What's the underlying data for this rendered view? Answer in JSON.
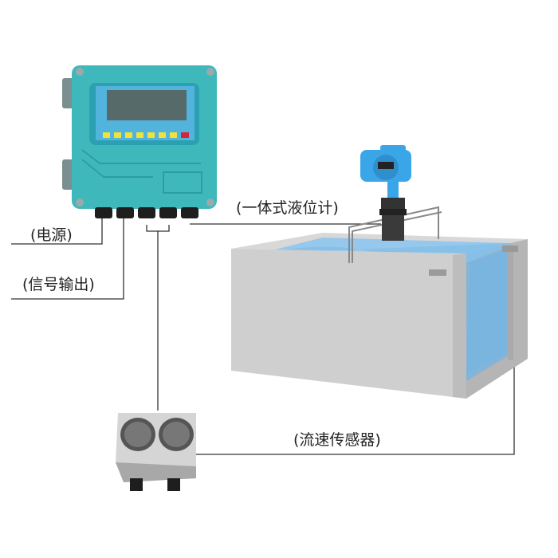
{
  "labels": {
    "power": "(电源)",
    "signal_output": "(信号输出)",
    "level_meter": "(一体式液位计)",
    "flow_sensor": "(流速传感器)"
  },
  "colors": {
    "controller": "#3fb8bc",
    "level_meter_head": "#3aa6e8",
    "water": "#8ec6ee",
    "tank": "#c9c9c9",
    "line": "#333333"
  }
}
